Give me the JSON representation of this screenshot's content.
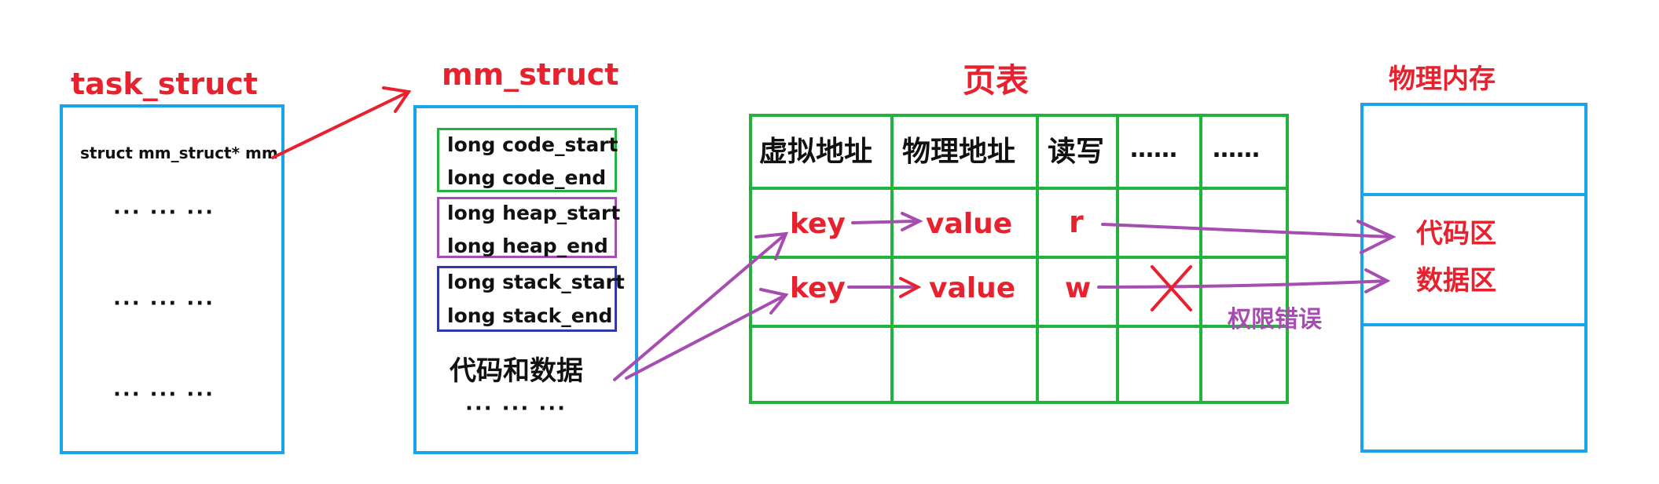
{
  "task_struct": {
    "title": "task_struct",
    "field": "struct mm_struct* mm",
    "dots": [
      "··· ··· ···",
      "··· ··· ···",
      "··· ··· ···"
    ]
  },
  "mm_struct": {
    "title": "mm_struct",
    "code_start": "long  code_start",
    "code_end": "long  code_end",
    "heap_start": "long  heap_start",
    "heap_end": "long  heap_end",
    "stack_start": "long  stack_start",
    "stack_end": "long  stack_end",
    "code_data": "代码和数据",
    "dots": "··· ··· ···"
  },
  "page_table": {
    "title": "页表",
    "headers": [
      "虚拟地址",
      "物理地址",
      "读写",
      "……",
      "……"
    ],
    "rows": [
      {
        "key": "key",
        "value": "value",
        "perm": "r"
      },
      {
        "key": "key",
        "value": "value",
        "perm": "w"
      }
    ],
    "error_label": "权限错误"
  },
  "physical_memory": {
    "title": "物理内存",
    "code_area": "代码区",
    "data_area": "数据区"
  },
  "colors": {
    "red": "#e8212f",
    "blue": "#1aa3e8",
    "green": "#21b33c",
    "purple": "#a64db0",
    "navy": "#2f3aa8"
  }
}
